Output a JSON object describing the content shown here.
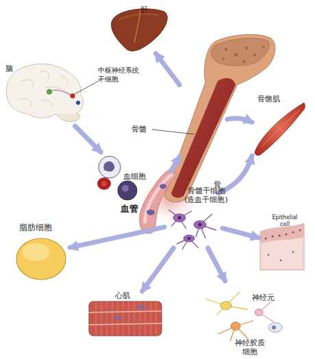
{
  "diagram": {
    "nodes": [
      {
        "text": [
          "肝"
        ]
      },
      {
        "text": [
          "脑"
        ]
      },
      {
        "text": [
          "骨髓",
          "骨"
        ]
      },
      {
        "text": [
          "骨骼肌"
        ]
      },
      {
        "text": [
          "血细胞"
        ]
      },
      {
        "text": [
          "血管"
        ]
      },
      {
        "text": [
          "骨髓干细胞 (造血干细胞)"
        ]
      },
      {
        "text": [
          "Epithelial cell"
        ]
      },
      {
        "text": [
          "脂肪细胞"
        ]
      },
      {
        "text": [
          "心肌"
        ]
      },
      {
        "text": [
          "神经元",
          "神经胶质 细胞"
        ]
      }
    ],
    "edges": [
      {
        "from": 2,
        "to": 0,
        "arrow": "to"
      },
      {
        "from": 1,
        "to": 4,
        "arrow": "to"
      },
      {
        "from": 2,
        "to": 3,
        "arrow": "to"
      },
      {
        "from": 5,
        "to": 2,
        "arrow": "to"
      },
      {
        "from": 6,
        "to": 3,
        "arrow": "to"
      },
      {
        "from": 6,
        "to": 7,
        "arrow": "to"
      },
      {
        "from": 6,
        "to": 8,
        "arrow": "to"
      },
      {
        "from": 6,
        "to": 9,
        "arrow": "to"
      },
      {
        "from": 6,
        "to": 10,
        "arrow": "to"
      }
    ],
    "labels": [
      "中枢神经系统 干细胞"
    ]
  }
}
